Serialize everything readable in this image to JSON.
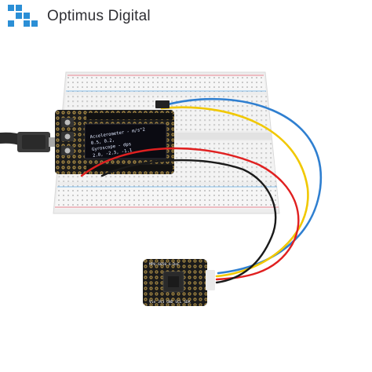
{
  "brand": {
    "name": "Optimus Digital",
    "logo_icon": "pixel-squares-logo-icon",
    "logo_color": "#2b8fd6"
  },
  "oled": {
    "lines": [
      "Accelerometer - m/s^2",
      "0.5, 0.2,",
      "Gyroscope - dps",
      "2.0, -2.3, -1.1"
    ]
  },
  "sensor_board": {
    "title": "MPU-6050 6-DoF",
    "pin_labels": "Vin 3V3 GND SCL SDA"
  },
  "wire_colors": {
    "blue": "#2f7fd0",
    "yellow": "#f1c800",
    "red": "#e02020",
    "black": "#1a1a1a"
  }
}
